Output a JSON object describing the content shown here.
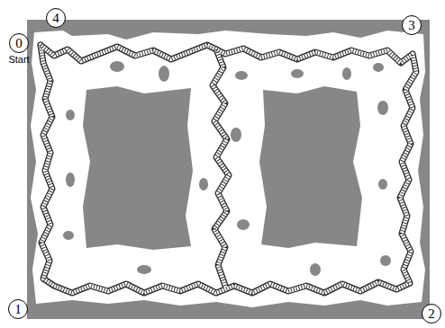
{
  "diagram": {
    "nodes": [
      {
        "text": [
          "0",
          "Start"
        ]
      },
      {
        "text": [
          "1"
        ]
      },
      {
        "text": [
          "2"
        ]
      },
      {
        "text": [
          "3"
        ]
      },
      {
        "text": [
          "4"
        ]
      }
    ]
  }
}
